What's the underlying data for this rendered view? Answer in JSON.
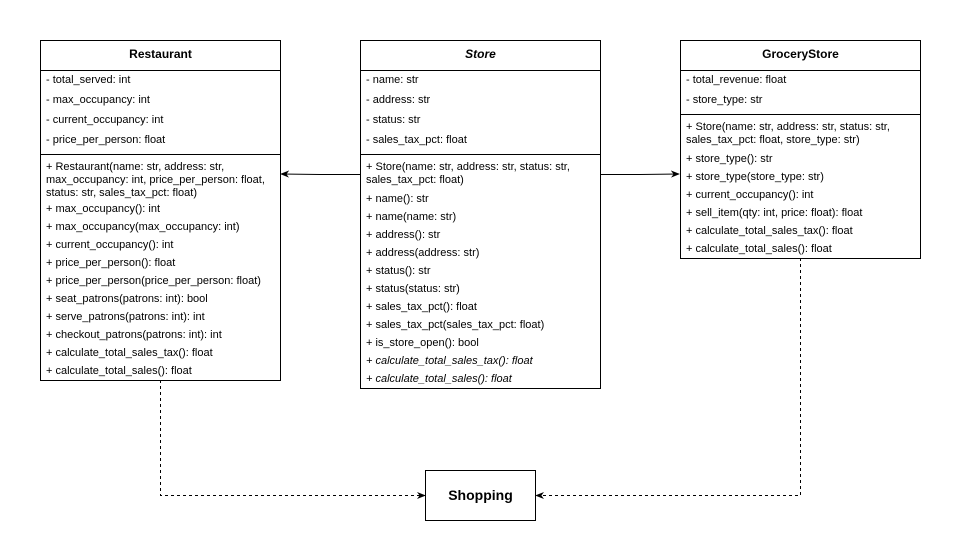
{
  "classes": {
    "restaurant": {
      "name": "Restaurant",
      "attributes": [
        "- total_served: int",
        "- max_occupancy: int",
        "- current_occupancy: int",
        "- price_per_person: float"
      ],
      "methods": [
        "+ Restaurant(name: str, address: str, max_occupancy: int, price_per_person: float, status: str, sales_tax_pct: float)",
        "+ max_occupancy(): int",
        "+ max_occupancy(max_occupancy: int)",
        "+ current_occupancy(): int",
        "+ price_per_person(): float",
        "+ price_per_person(price_per_person: float)",
        "+ seat_patrons(patrons: int): bool",
        "+ serve_patrons(patrons: int): int",
        "+ checkout_patrons(patrons: int): int",
        "+ calculate_total_sales_tax(): float",
        "+ calculate_total_sales(): float"
      ]
    },
    "store": {
      "name": "Store",
      "attributes": [
        "- name: str",
        "- address: str",
        "- status: str",
        "- sales_tax_pct: float"
      ],
      "methods": [
        "+ Store(name: str, address: str, status: str, sales_tax_pct: float)",
        "+ name(): str",
        "+ name(name: str)",
        "+ address(): str",
        "+ address(address: str)",
        "+ status(): str",
        "+ status(status: str)",
        "+ sales_tax_pct(): float",
        "+ sales_tax_pct(sales_tax_pct: float)",
        "+ is_store_open(): bool",
        "+ calculate_total_sales_tax(): float",
        "+ calculate_total_sales(): float"
      ]
    },
    "grocery_store": {
      "name": "GroceryStore",
      "attributes": [
        "- total_revenue: float",
        "- store_type: str"
      ],
      "methods": [
        "+ Store(name: str, address: str, status: str, sales_tax_pct: float, store_type: str)",
        "+ store_type(): str",
        "+ store_type(store_type: str)",
        "+ current_occupancy(): int",
        "+ sell_item(qty: int, price: float): float",
        "+ calculate_total_sales_tax(): float",
        "+ calculate_total_sales(): float"
      ]
    }
  },
  "interface": {
    "name": "Shopping"
  }
}
